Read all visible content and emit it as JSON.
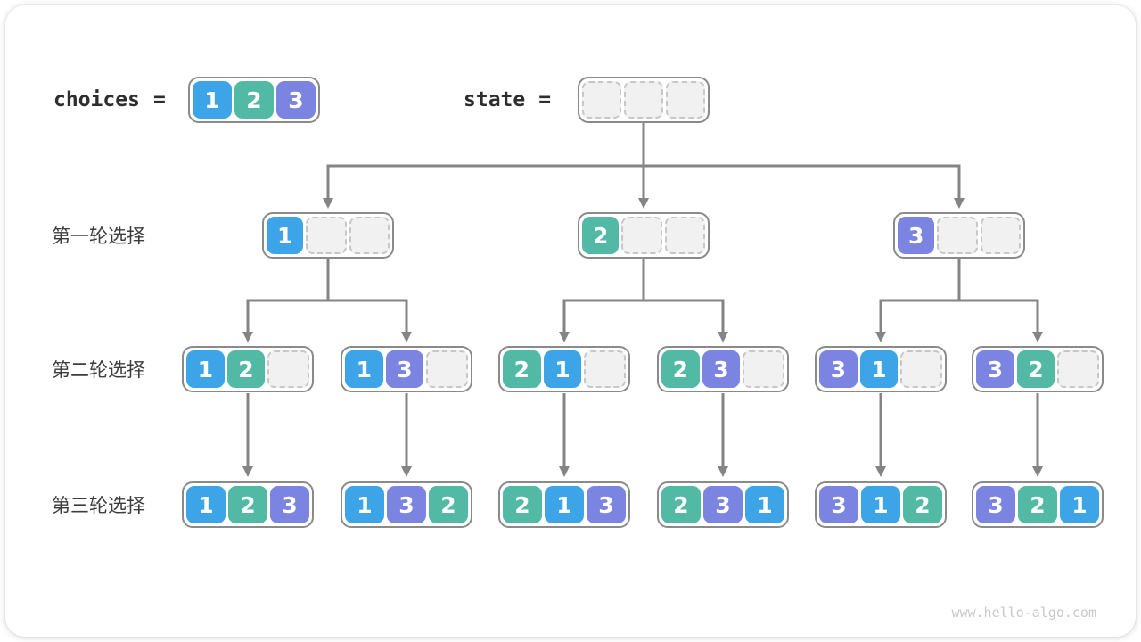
{
  "palette": {
    "1": "#3da4e8",
    "2": "#52b9a5",
    "3": "#7b84e0"
  },
  "header": {
    "choices_label": "choices",
    "equals": "=",
    "state_label": "state",
    "choices_values": [
      "1",
      "2",
      "3"
    ]
  },
  "rows": [
    {
      "label": "第一轮选择",
      "nodes": [
        [
          "1",
          "",
          ""
        ],
        [
          "2",
          "",
          ""
        ],
        [
          "3",
          "",
          ""
        ]
      ]
    },
    {
      "label": "第二轮选择",
      "nodes": [
        [
          "1",
          "2",
          ""
        ],
        [
          "1",
          "3",
          ""
        ],
        [
          "2",
          "1",
          ""
        ],
        [
          "2",
          "3",
          ""
        ],
        [
          "3",
          "1",
          ""
        ],
        [
          "3",
          "2",
          ""
        ]
      ]
    },
    {
      "label": "第三轮选择",
      "nodes": [
        [
          "1",
          "2",
          "3"
        ],
        [
          "1",
          "3",
          "2"
        ],
        [
          "2",
          "1",
          "3"
        ],
        [
          "2",
          "3",
          "1"
        ],
        [
          "3",
          "1",
          "2"
        ],
        [
          "3",
          "2",
          "1"
        ]
      ]
    }
  ],
  "watermark": "www.hello-algo.com"
}
